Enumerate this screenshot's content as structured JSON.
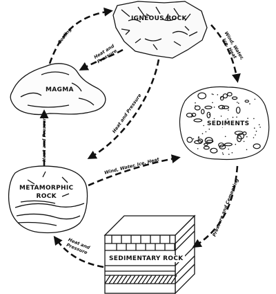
{
  "nodes": {
    "igneous": "IGNEOUS ROCK",
    "magma": "MAGMA",
    "sediments": "SEDIMENTS",
    "metamorphic_line1": "METAMORPHIC",
    "metamorphic_line2": "ROCK",
    "sedimentary": "SEDIMENTARY ROCK"
  },
  "arrows": {
    "cooling": "Cooling",
    "igneous_to_magma_1": "Heat and",
    "igneous_to_magma_2": "Pressure",
    "igneous_to_sediments_1": "Wind, Water,",
    "igneous_to_sediments_2": "Ice, Heat",
    "igneous_to_metamorphic": "Heat and Pressure",
    "metamorphic_to_magma": "Heat and Pressure",
    "metamorphic_to_sediments": "Wind, Water, Ice, Heat",
    "sediments_to_sedimentary": "Pressure and Cementing",
    "sedimentary_to_metamorphic_1": "Heat and",
    "sedimentary_to_metamorphic_2": "Pressure"
  }
}
